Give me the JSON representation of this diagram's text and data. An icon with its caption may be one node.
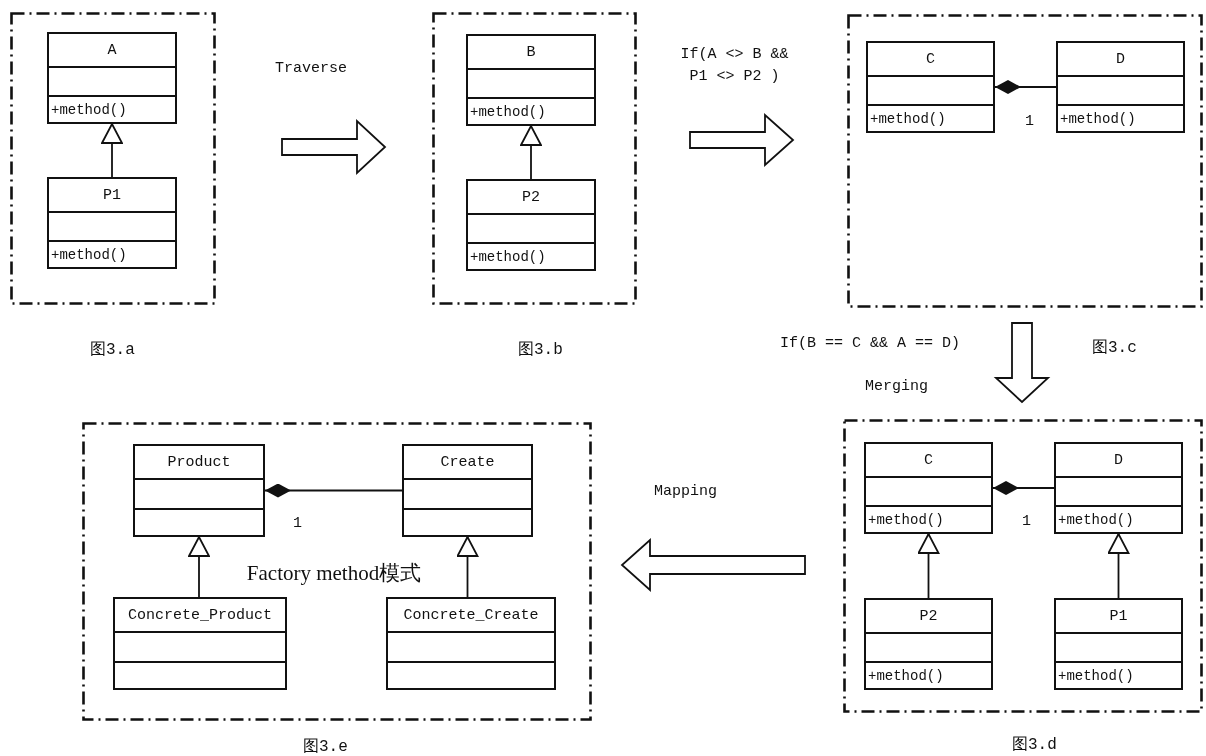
{
  "diagram": {
    "nodes": [
      {
        "text": [],
        "shape": "box",
        "beside": [
          "图3.a"
        ]
      },
      {
        "text": [
          "A",
          "+method()"
        ],
        "in": 0
      },
      {
        "text": [
          "P1",
          "+method()"
        ],
        "in": 0
      },
      {
        "text": [],
        "shape": "box",
        "beside": [
          "图3.b"
        ]
      },
      {
        "text": [
          "B",
          "+method()"
        ],
        "in": 3
      },
      {
        "text": [
          "P2",
          "+method()"
        ],
        "in": 3
      },
      {
        "text": [],
        "shape": "box",
        "beside": [
          "图3.c"
        ]
      },
      {
        "text": [
          "C",
          "+method()"
        ],
        "in": 6
      },
      {
        "text": [
          "D",
          "+method()"
        ],
        "in": 6
      },
      {
        "text": [],
        "shape": "box",
        "beside": [
          "图3.d"
        ]
      },
      {
        "text": [
          "C",
          "+method()"
        ],
        "in": 9
      },
      {
        "text": [
          "D",
          "+method()"
        ],
        "in": 9
      },
      {
        "text": [
          "P2",
          "+method()"
        ],
        "in": 9
      },
      {
        "text": [
          "P1",
          "+method()"
        ],
        "in": 9
      },
      {
        "text": [],
        "shape": "box",
        "beside": [
          "图3.e"
        ]
      },
      {
        "text": [
          "Product"
        ],
        "in": 14
      },
      {
        "text": [
          "Create"
        ],
        "in": 14
      },
      {
        "text": [
          "Concrete_Product"
        ],
        "in": 14
      },
      {
        "text": [
          "Concrete_Create"
        ],
        "in": 14
      }
    ],
    "edges": [
      {
        "from": 0,
        "to": 3,
        "arrow": "to",
        "label": "Traverse"
      },
      {
        "from": 2,
        "to": 1,
        "arrow": "to"
      },
      {
        "from": 3,
        "to": 6,
        "arrow": "to",
        "label": "If(A <> B && P1 <> P2 )"
      },
      {
        "from": 5,
        "to": 4,
        "arrow": "to"
      },
      {
        "from": 7,
        "to": 8,
        "arrow": "other",
        "label": "1"
      },
      {
        "from": 6,
        "to": 9,
        "arrow": "to",
        "label": "If(B == C && A == D)"
      },
      {
        "from": 10,
        "to": 11,
        "arrow": "other",
        "label": "1"
      },
      {
        "from": 12,
        "to": 10,
        "arrow": "to"
      },
      {
        "from": 13,
        "to": 11,
        "arrow": "to"
      },
      {
        "from": 9,
        "to": 14,
        "arrow": "to",
        "label": "Mapping"
      },
      {
        "from": 15,
        "to": 16,
        "arrow": "other",
        "label": "1"
      },
      {
        "from": 17,
        "to": 15,
        "arrow": "to"
      },
      {
        "from": 18,
        "to": 16,
        "arrow": "to"
      }
    ],
    "labels": [
      "Merging",
      "Factory method模式"
    ]
  }
}
